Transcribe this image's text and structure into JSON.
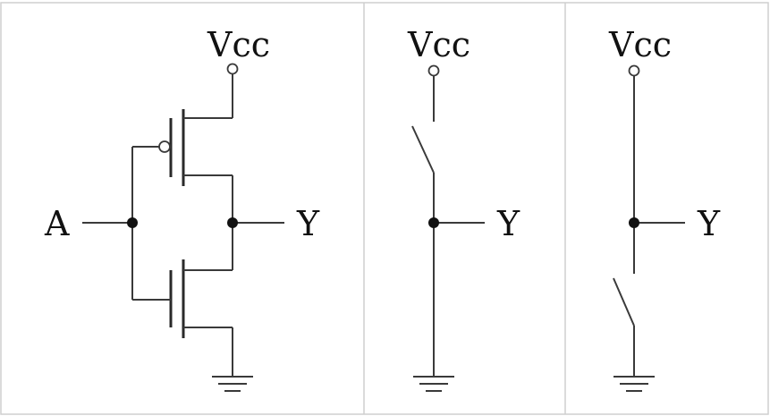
{
  "panels": {
    "cmos": {
      "vcc_label": "Vcc",
      "input_label": "A",
      "output_label": "Y"
    },
    "high": {
      "vcc_label": "Vcc",
      "output_label": "Y"
    },
    "low": {
      "vcc_label": "Vcc",
      "output_label": "Y"
    }
  }
}
